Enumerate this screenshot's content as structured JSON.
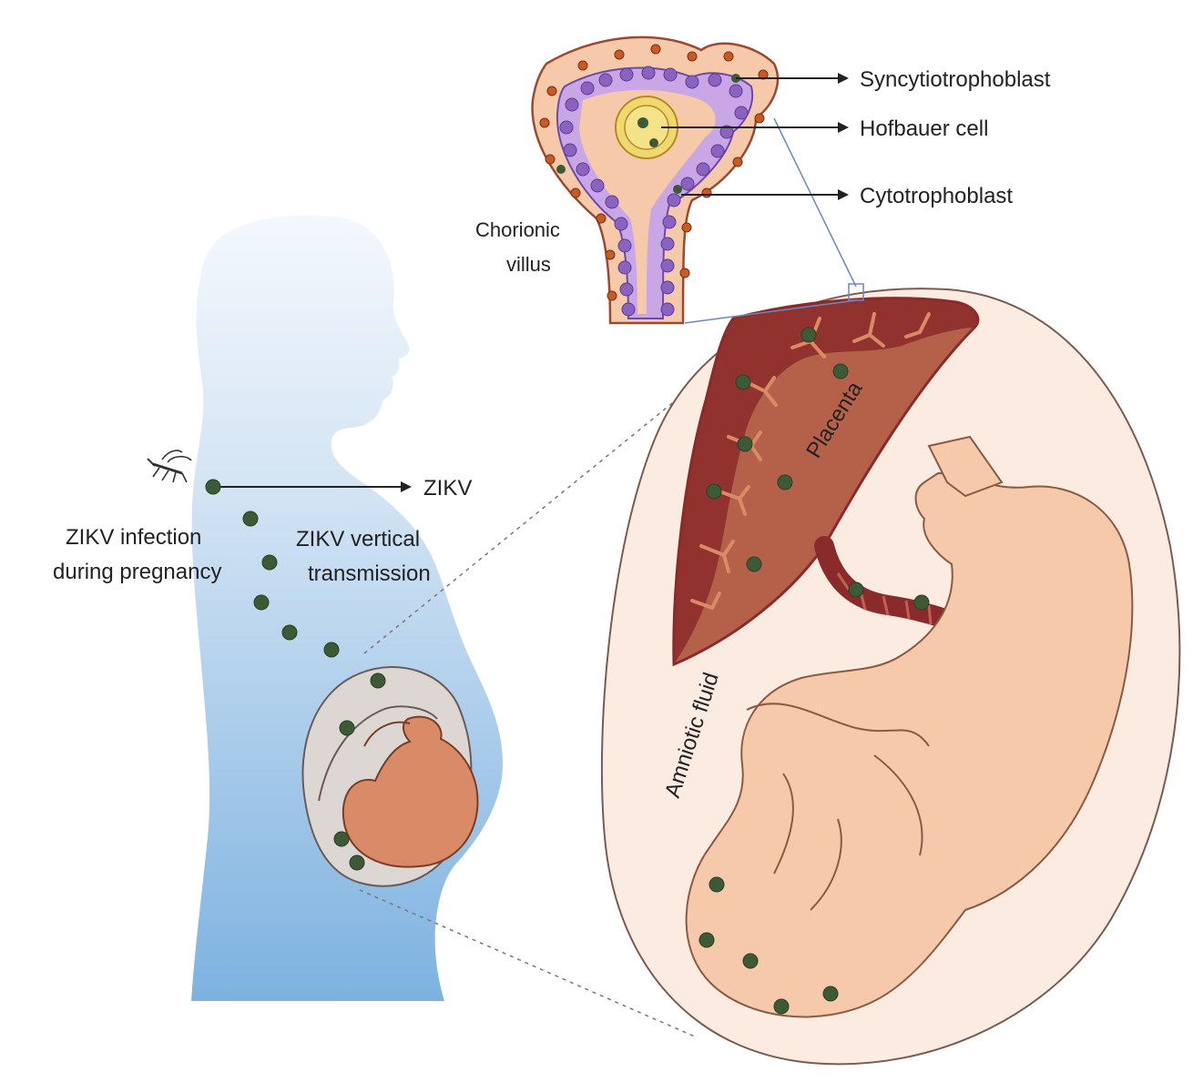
{
  "labels": {
    "syncytiotrophoblast": "Syncytiotrophoblast",
    "hofbauer": "Hofbauer cell",
    "cytotrophoblast": "Cytotrophoblast",
    "chorionic_line1": "Chorionic",
    "chorionic_line2": "villus",
    "zikv": "ZIKV",
    "infection_line1": "ZIKV infection",
    "infection_line2": "during pregnancy",
    "vertical_line1": "ZIKV vertical",
    "vertical_line2": "transmission",
    "placenta": "Placenta",
    "amniotic": "Amniotic fluid"
  },
  "colors": {
    "silhouette_top": "#eaf2fb",
    "silhouette_bottom": "#7fb4e2",
    "virus": "#3d5a36",
    "placenta": "#b5614a",
    "placenta_dark": "#8b2a2a",
    "fetus": "#f6c9aa",
    "amniotic": "#fcebe0",
    "cytotrophoblast": "#8a63c0",
    "syncytio_nuclei": "#c85a24",
    "hofbauer": "#f0d870"
  },
  "icons": [
    "mosquito-icon",
    "virus-particle-icon"
  ]
}
